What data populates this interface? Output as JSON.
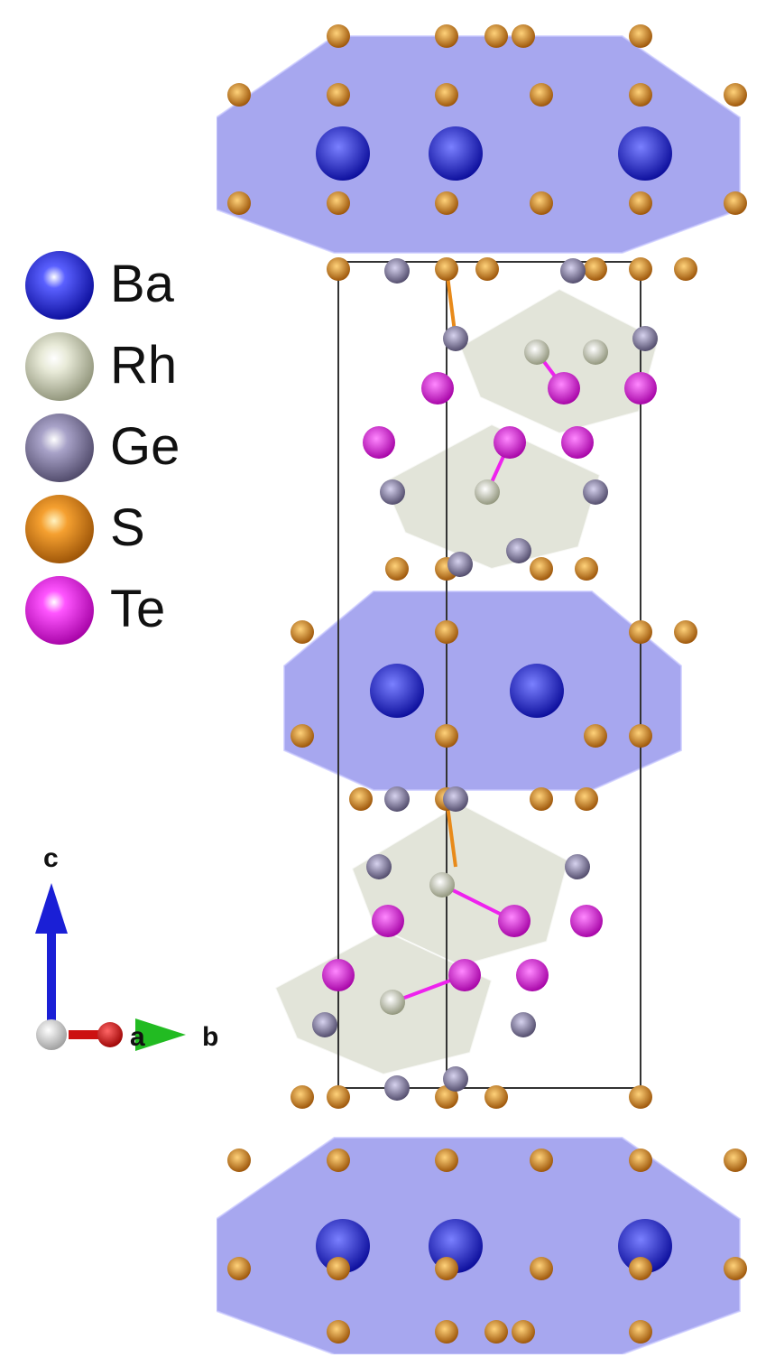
{
  "legend": [
    {
      "label": "Ba",
      "color": "#1a1fd6",
      "icon": "ba-atom-icon"
    },
    {
      "label": "Rh",
      "color": "#d8dcc8",
      "icon": "rh-atom-icon"
    },
    {
      "label": "Ge",
      "color": "#8a84a8",
      "icon": "ge-atom-icon"
    },
    {
      "label": "S",
      "color": "#e88a1a",
      "icon": "s-atom-icon"
    },
    {
      "label": "Te",
      "color": "#ee22ee",
      "icon": "te-atom-icon"
    }
  ],
  "axes": {
    "c_label": "c",
    "a_label": "a",
    "b_label": "b",
    "c_color": "#1a1fd6",
    "a_color": "#cc1111",
    "b_color": "#22bb22"
  }
}
